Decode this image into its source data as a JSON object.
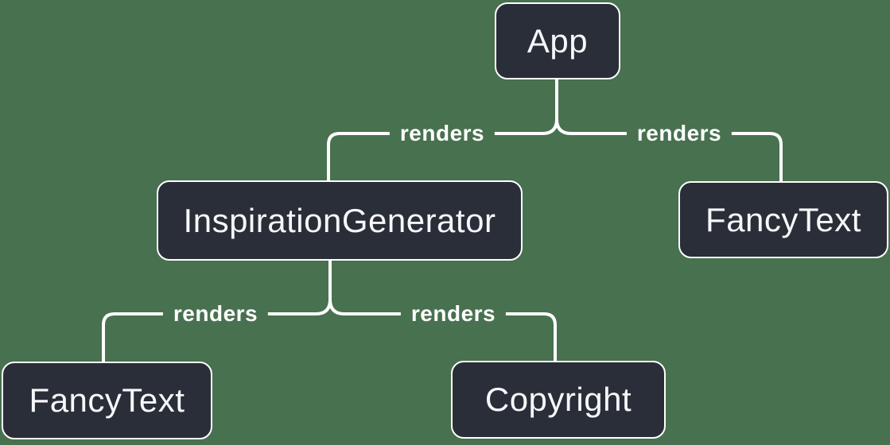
{
  "diagram": {
    "type": "render-tree",
    "colors": {
      "background": "#48714F",
      "node_fill": "#2A2E38",
      "node_border": "#FFFFFF",
      "node_text": "#F6F7F9",
      "connector": "#FFFFFF",
      "edge_label_text": "#FFFFFF"
    },
    "nodes": [
      {
        "id": "app",
        "label": "App"
      },
      {
        "id": "inspiration-generator",
        "label": "InspirationGenerator"
      },
      {
        "id": "fancy-text-top",
        "label": "FancyText"
      },
      {
        "id": "fancy-text-bottom",
        "label": "FancyText"
      },
      {
        "id": "copyright",
        "label": "Copyright"
      }
    ],
    "edges": [
      {
        "from": "App",
        "to": "InspirationGenerator",
        "label": "renders"
      },
      {
        "from": "App",
        "to": "FancyText",
        "label": "renders"
      },
      {
        "from": "InspirationGenerator",
        "to": "FancyText",
        "label": "renders"
      },
      {
        "from": "InspirationGenerator",
        "to": "Copyright",
        "label": "renders"
      }
    ]
  }
}
